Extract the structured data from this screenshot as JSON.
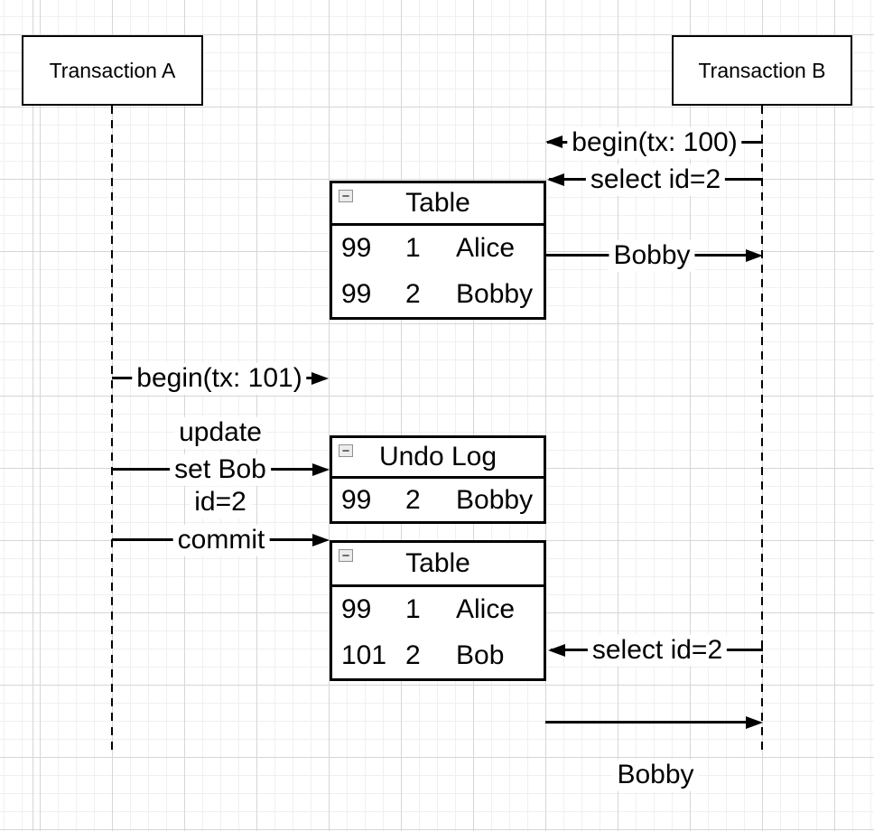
{
  "diagram": {
    "actors": [
      {
        "label": "Transaction A"
      },
      {
        "label": "Transaction B"
      }
    ],
    "messages": {
      "begin_tx_100": "begin(tx: 100)",
      "select_id2_top": "select id=2",
      "result_bobby": "Bobby",
      "begin_tx_101": "begin(tx: 101)",
      "update_1": "update",
      "update_2": "set Bob",
      "update_3": "id=2",
      "commit": "commit",
      "select_id2_bottom": "select id=2",
      "result_bobby_bottom": "Bobby"
    },
    "tables": [
      {
        "title": "Table",
        "rows": [
          [
            "99",
            "1",
            "Alice"
          ],
          [
            "99",
            "2",
            "Bobby"
          ]
        ]
      },
      {
        "title": "Undo Log",
        "rows": [
          [
            "99",
            "2",
            "Bobby"
          ]
        ]
      },
      {
        "title": "Table",
        "rows": [
          [
            "99",
            "1",
            "Alice"
          ],
          [
            "101",
            "2",
            "Bob"
          ]
        ]
      }
    ],
    "icons": {
      "collapse_glyph": "−"
    },
    "colors": {
      "stroke": "#000000",
      "fill": "#ffffff",
      "grid_minor": "#f0f0f0",
      "grid_major": "#d6d6d6"
    }
  }
}
